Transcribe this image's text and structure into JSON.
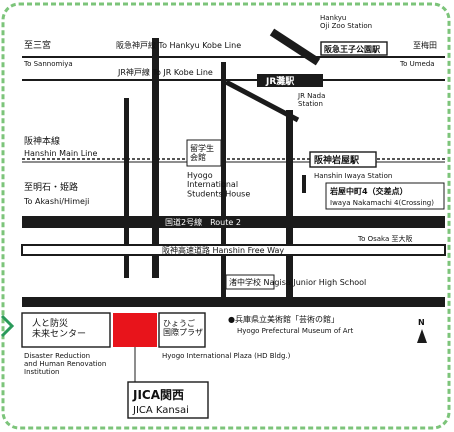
{
  "colors": {
    "road": "#1b1b1b",
    "frame": "#7cc47a",
    "jica_building": "#e8141b",
    "background": "#ffffff",
    "arrow": "#2a9a5a"
  },
  "icons": {
    "north_arrow": "triangle-up",
    "museum_marker": "circle-filled",
    "railway_track": "ladder-dashed-line",
    "side_arrow": "chevron-right"
  },
  "labels": {
    "sannomiya_jp": "至三宮",
    "sannomiya_en": "To Sannomiya",
    "hankyu_line": "阪急神戸線 To Hankyu Kobe Line",
    "hankyu_ojizoo_station": "Hankyu\nOji Zoo Station",
    "hankyu_ojipark_sign": "阪急王子公園駅",
    "umeda_jp": "至梅田",
    "umeda_en": "To Umeda",
    "jr_line": "JR神戸線 To JR Kobe Line",
    "jr_nada_sign": "JR灘駅",
    "jr_nada_station": "JR Nada\nStation",
    "hanshin_main_jp": "阪神本線",
    "hanshin_main_en": "Hanshin Main Line",
    "ryugakusei_kaikan": "留学生\n会館",
    "hyogo_students_house": "Hyogo\nInternational\nStudents House",
    "hanshin_iwaya_sign": "阪神岩屋駅",
    "hanshin_iwaya_station": "Hanshin Iwaya Station",
    "akashi_jp": "至明石・姫路",
    "akashi_en": "To Akashi/Himeji",
    "iwaya_nakamachi_jp": "岩屋中町4（交差点）",
    "iwaya_nakamachi_en": "Iwaya Nakamachi 4(Crossing)",
    "route2": "国道2号線　Route 2",
    "to_osaka": "To Osaka 至大阪",
    "hanshin_freeway": "阪神高速道路 Hanshin Free Way",
    "nagisa_school": "渚中学校 Nagisa Junior High School",
    "hito_to_bosai": "人と防災\n未来センター",
    "hyogo_kokusai_plaza": "ひょうご\n国際プラザ",
    "museum_jp": "●兵庫県立美術館「芸術の館」",
    "museum_en": "Hyogo Prefectural Museum of Art",
    "north": "N",
    "disaster_reduction": "Disaster Reduction\nand Human Renovation\nInstitution",
    "hyogo_plaza_en": "Hyogo International Plaza (HD Bldg.)",
    "jica_kansai_jp": "JICA関西",
    "jica_kansai_en": "JICA Kansai"
  }
}
